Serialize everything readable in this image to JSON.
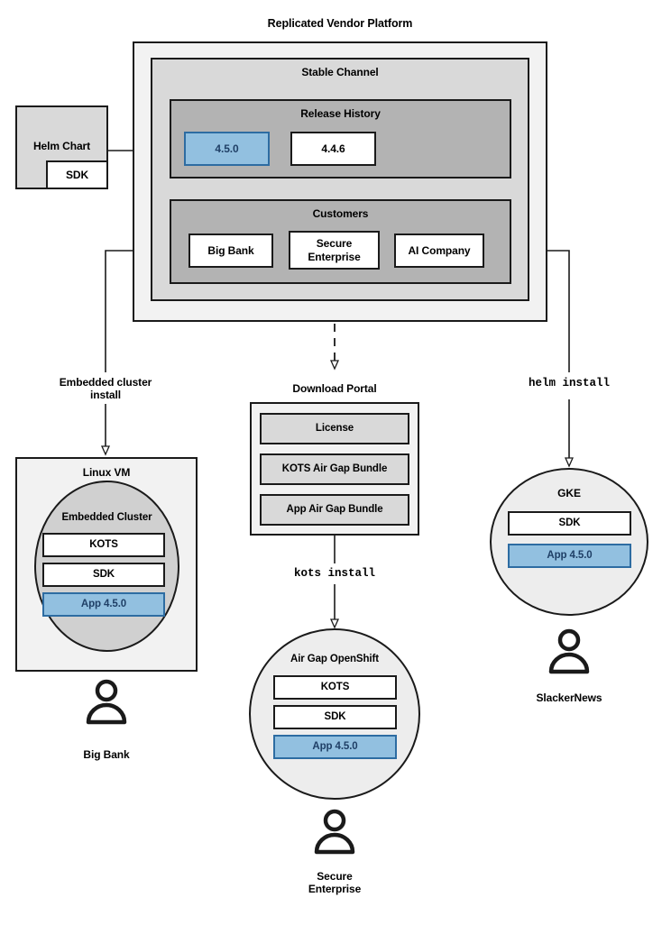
{
  "diagram": {
    "title": "Replicated Vendor Platform",
    "type": "architecture-flow"
  },
  "platform": {
    "label": "Replicated Vendor Platform",
    "channel": {
      "label": "Stable Channel",
      "release_history": {
        "label": "Release History",
        "releases": [
          {
            "version": "4.5.0",
            "highlighted": true
          },
          {
            "version": "4.4.6",
            "highlighted": false
          }
        ]
      },
      "customers": {
        "label": "Customers",
        "items": [
          {
            "name": "Big Bank"
          },
          {
            "name": "Secure\nEnterprise"
          },
          {
            "name": "AI Company"
          }
        ]
      }
    }
  },
  "source": {
    "helm_chart": "Helm Chart",
    "sdk": "SDK"
  },
  "edges": {
    "embedded_cluster_install": "Embedded cluster\ninstall",
    "helm_install": "helm install",
    "kots_install": "kots install"
  },
  "targets": {
    "linux_vm": {
      "label": "Linux VM",
      "cluster_label": "Embedded Cluster",
      "components": [
        {
          "label": "KOTS",
          "highlighted": false
        },
        {
          "label": "SDK",
          "highlighted": false
        },
        {
          "label": "App 4.5.0",
          "highlighted": true
        }
      ],
      "actor": "Big Bank"
    },
    "download_portal": {
      "label": "Download Portal",
      "artifacts": [
        {
          "label": "License"
        },
        {
          "label": "KOTS Air Gap Bundle"
        },
        {
          "label": "App Air Gap Bundle"
        }
      ]
    },
    "air_gap_openshift": {
      "label": "Air Gap OpenShift",
      "components": [
        {
          "label": "KOTS",
          "highlighted": false
        },
        {
          "label": "SDK",
          "highlighted": false
        },
        {
          "label": "App 4.5.0",
          "highlighted": true
        }
      ],
      "actor": "Secure\nEnterprise"
    },
    "gke": {
      "label": "GKE",
      "components": [
        {
          "label": "SDK",
          "highlighted": false
        },
        {
          "label": "App 4.5.0",
          "highlighted": true
        }
      ],
      "actor": "SlackerNews"
    }
  },
  "colors": {
    "highlight_fill": "#92c0e0",
    "highlight_border": "#2d6ca2",
    "highlight_text": "#1f3f66",
    "stroke": "#1a1a1a",
    "level1_fill": "#f2f2f2",
    "level2_fill": "#d9d9d9",
    "level3_fill": "#b3b3b3"
  }
}
